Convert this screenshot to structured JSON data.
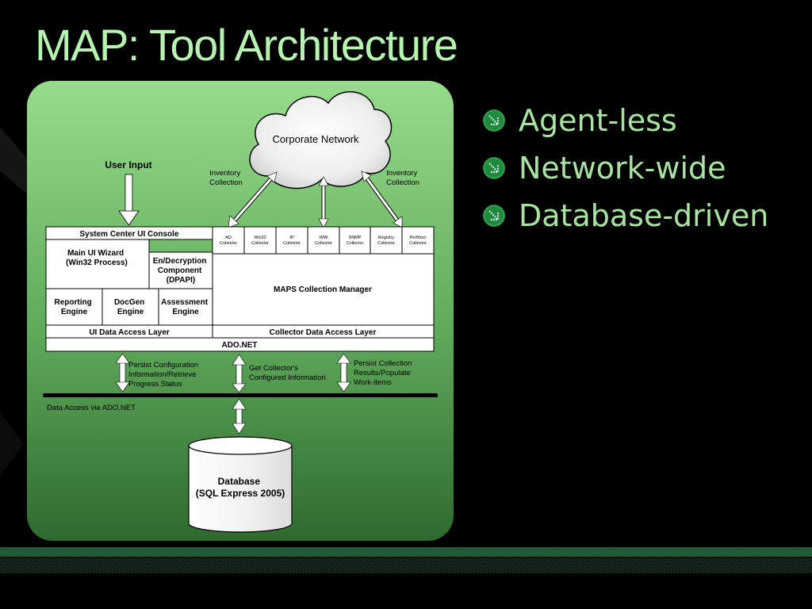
{
  "slide": {
    "title": "MAP: Tool Architecture",
    "bullets": [
      "Agent-less",
      "Network-wide",
      "Database-driven"
    ]
  },
  "colors": {
    "title_text": "#b6f2b0",
    "bullet_text": "#a8e3a2",
    "bullet_icon": "#1e8a3c",
    "panel_top": "#97dc8c",
    "panel_bottom": "#2e6a2e",
    "bottom_stripe": "#1e5c38"
  },
  "diagram": {
    "cloud_label": "Corporate Network",
    "user_input": "User Input",
    "inventory_left": [
      "Inventory",
      "Collection"
    ],
    "inventory_right": [
      "Inventory",
      "Collection"
    ],
    "console": "System Center UI Console",
    "wizard": [
      "Main UI Wizard",
      "(Win32 Process)"
    ],
    "encryption": [
      "En/Decryption",
      "Component",
      "(DPAPI)"
    ],
    "reporting": [
      "Reporting",
      "Engine"
    ],
    "docgen": [
      "DocGen",
      "Engine"
    ],
    "assessment": [
      "Assessment",
      "Engine"
    ],
    "collectors": [
      {
        "l1": "AD",
        "l2": "Collector"
      },
      {
        "l1": "Win32",
        "l2": "Collector"
      },
      {
        "l1": "IP",
        "l2": "Collector"
      },
      {
        "l1": "WMI",
        "l2": "Collector"
      },
      {
        "l1": "SNMP",
        "l2": "Collector"
      },
      {
        "l1": "Registry",
        "l2": "Collector"
      },
      {
        "l1": "Perfmon",
        "l2": "Collector"
      }
    ],
    "collection_manager": "MAPS Collection Manager",
    "ui_dal": "UI Data Access Layer",
    "collector_dal": "Collector Data Access Layer",
    "adonet": "ADO.NET",
    "persist_config": [
      "Persist Configuration",
      "Information/Retrieve",
      "Progress Status"
    ],
    "get_collector": [
      "Get Collector's",
      "Configured Information"
    ],
    "persist_collection": [
      "Persist Collection",
      "Results/Populate",
      "Work-items"
    ],
    "data_access": "Data Access via ADO.NET",
    "database": [
      "Database",
      "(SQL Express 2005)"
    ]
  }
}
